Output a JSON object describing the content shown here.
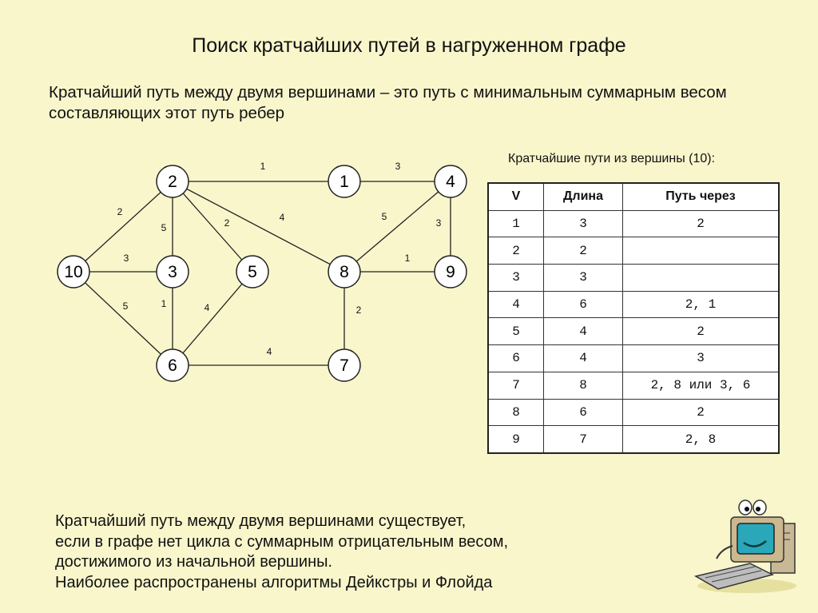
{
  "title": "Поиск кратчайших путей в нагруженном графе",
  "intro": "Кратчайший путь между двумя вершинами – это путь с минимальным суммарным весом составляющих этот путь ребер",
  "graph": {
    "nodes": [
      "2",
      "1",
      "4",
      "10",
      "3",
      "5",
      "8",
      "9",
      "6",
      "7"
    ],
    "edges": [
      {
        "from": "2",
        "to": "1",
        "weight": "1"
      },
      {
        "from": "1",
        "to": "4",
        "weight": "3"
      },
      {
        "from": "2",
        "to": "10",
        "weight": "2"
      },
      {
        "from": "2",
        "to": "3",
        "weight": "5"
      },
      {
        "from": "2",
        "to": "5",
        "weight": "2"
      },
      {
        "from": "2",
        "to": "8",
        "weight": "4"
      },
      {
        "from": "4",
        "to": "8",
        "weight": "5"
      },
      {
        "from": "4",
        "to": "9",
        "weight": "3"
      },
      {
        "from": "10",
        "to": "3",
        "weight": "3"
      },
      {
        "from": "10",
        "to": "6",
        "weight": "5"
      },
      {
        "from": "3",
        "to": "6",
        "weight": "1"
      },
      {
        "from": "5",
        "to": "6",
        "weight": "4"
      },
      {
        "from": "8",
        "to": "9",
        "weight": "1"
      },
      {
        "from": "8",
        "to": "7",
        "weight": "2"
      },
      {
        "from": "6",
        "to": "7",
        "weight": "4"
      }
    ]
  },
  "table": {
    "caption": "Кратчайшие пути из вершины (10):",
    "headers": [
      "V",
      "Длина",
      "Путь через"
    ],
    "rows": [
      [
        "1",
        "3",
        "2"
      ],
      [
        "2",
        "2",
        ""
      ],
      [
        "3",
        "3",
        ""
      ],
      [
        "4",
        "6",
        "2, 1"
      ],
      [
        "5",
        "4",
        "2"
      ],
      [
        "6",
        "4",
        "3"
      ],
      [
        "7",
        "8",
        "2, 8 или 3, 6"
      ],
      [
        "8",
        "6",
        "2"
      ],
      [
        "9",
        "7",
        "2, 8"
      ]
    ]
  },
  "bottom_text": [
    "Кратчайший путь между двумя вершинами существует,",
    "если в графе нет цикла с суммарным отрицательным весом,",
    "достижимого из начальной вершины.",
    "Наиболее распространены алгоритмы Дейкстры и Флойда"
  ]
}
